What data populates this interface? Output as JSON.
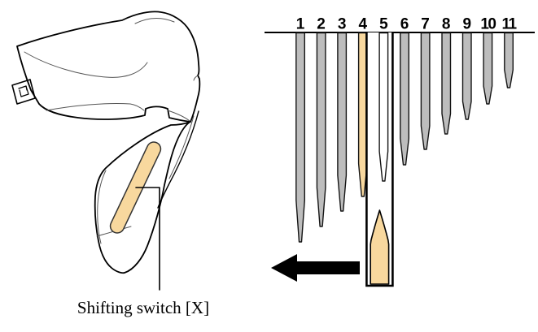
{
  "figure": {
    "type": "bicycle-shifter-manual-diagram",
    "left_panel": {
      "label": "Shifting switch [X]",
      "switch_highlight_color": "#F8D89E"
    },
    "right_panel": {
      "sprocket_labels": [
        "1",
        "2",
        "3",
        "4",
        "5",
        "6",
        "7",
        "8",
        "9",
        "10",
        "11"
      ],
      "sprocket_lengths": [
        258,
        239,
        220,
        202,
        183,
        163,
        144,
        125,
        107,
        88,
        68
      ],
      "highlighted_sprocket": "4",
      "current_position_sprocket": "5",
      "shift_direction": "left",
      "bar_fill": "#BDBDBD",
      "highlight_fill": "#F8D89E",
      "outline_color": "#141414",
      "arrow_color": "#000000"
    }
  }
}
